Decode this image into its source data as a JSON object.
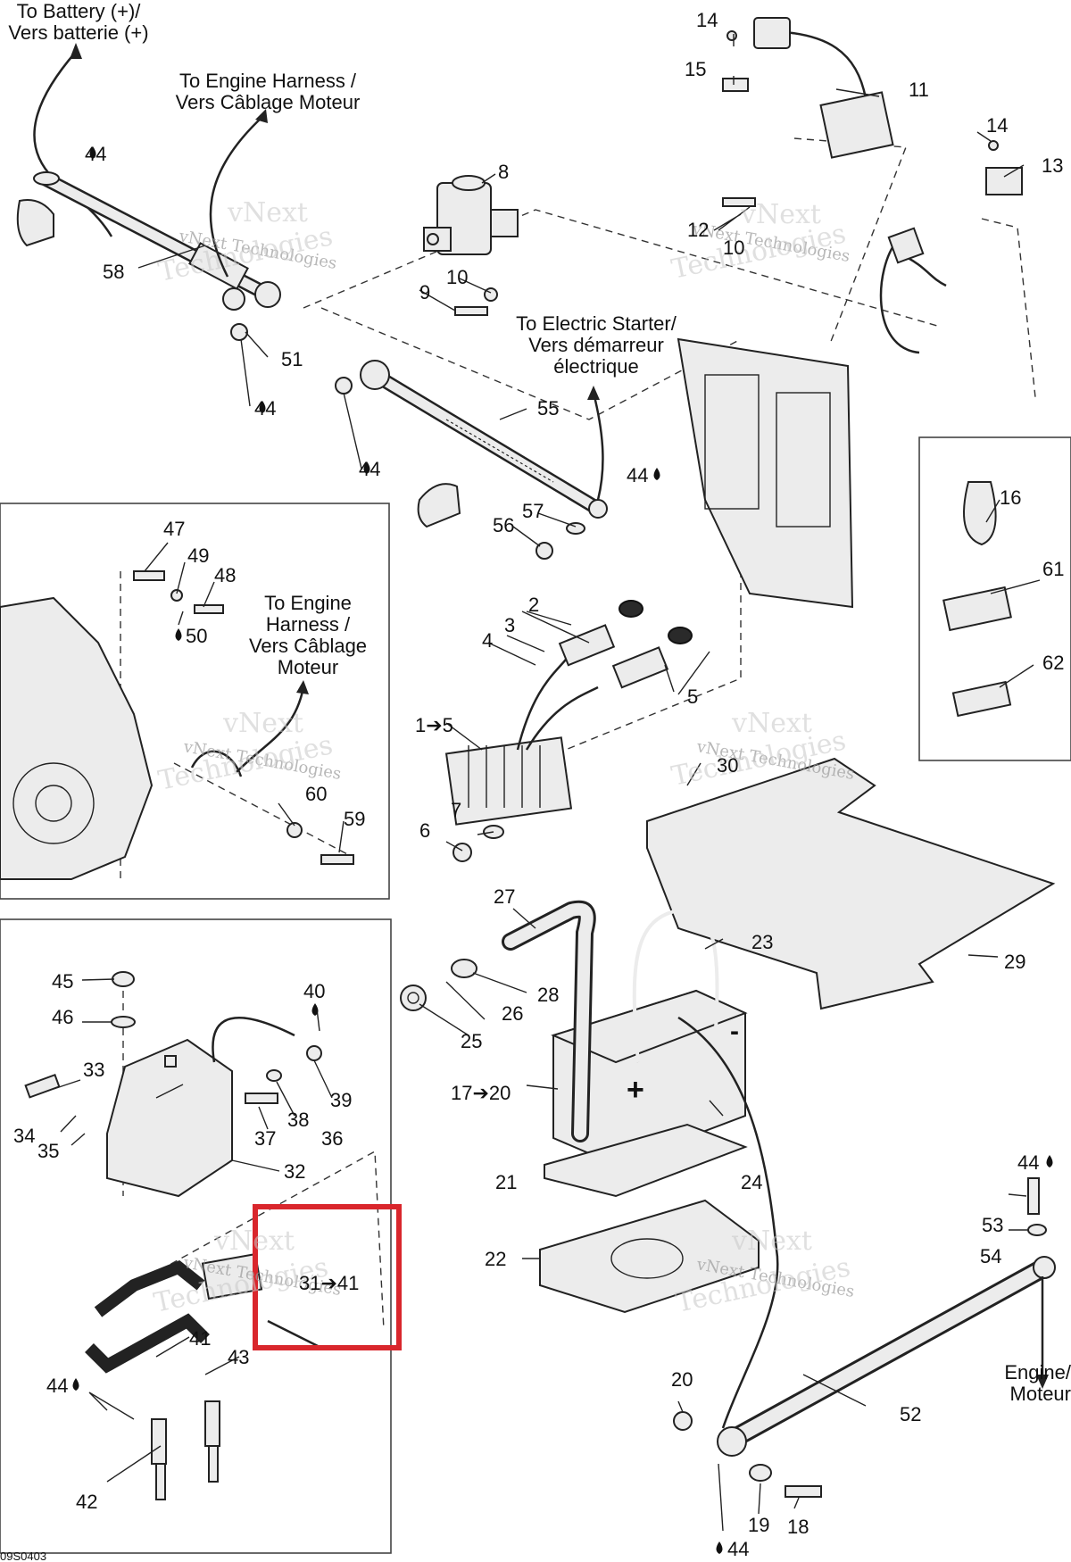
{
  "notes": {
    "battery": [
      "To Battery (+)/",
      "Vers batterie (+)"
    ],
    "engine_harness_top": [
      "To Engine Harness /",
      "Vers Câblage Moteur"
    ],
    "electric_starter": [
      "To Electric Starter/",
      "Vers démarreur",
      "électrique"
    ],
    "engine_harness_left": [
      "To Engine",
      "Harness /",
      "Vers Câblage",
      "Moteur"
    ],
    "engine_moteur": [
      "Engine/",
      "Moteur"
    ]
  },
  "watermark": {
    "brand": "vNext",
    "name": "vNext Technologies",
    "tech": "Technologies"
  },
  "drawing_code": "09S0403",
  "labels": {
    "l14a": "14",
    "l15": "15",
    "l11": "11",
    "l14b": "14",
    "l13": "13",
    "l8": "8",
    "l12": "12",
    "l10a": "10",
    "l10b": "10",
    "l9": "9",
    "l58": "58",
    "l44a": "44",
    "l51": "51",
    "l44b": "44",
    "l44c": "44",
    "l55": "55",
    "l44d": "44",
    "l57": "57",
    "l56": "56",
    "l16": "16",
    "l61": "61",
    "l62": "62",
    "l47": "47",
    "l49": "49",
    "l48": "48",
    "l50": "50",
    "l2": "2",
    "l3": "3",
    "l4": "4",
    "l5": "5",
    "l15r": "1➔5",
    "l60": "60",
    "l59": "59",
    "l30": "30",
    "l7": "7",
    "l6": "6",
    "l27": "27",
    "l23": "23",
    "l29": "29",
    "l28": "28",
    "l26": "26",
    "l25": "25",
    "l45": "45",
    "l46": "46",
    "l40": "40",
    "l33": "33",
    "l39": "39",
    "l38": "38",
    "l34": "34",
    "l35": "35",
    "l37": "37",
    "l36": "36",
    "l32": "32",
    "l31r": "31➔41",
    "l41": "41",
    "l43": "43",
    "l44e": "44",
    "l42": "42",
    "l17r": "17➔20",
    "l21": "21",
    "l24": "24",
    "l22": "22",
    "l44f": "44",
    "l53": "53",
    "l54": "54",
    "l52": "52",
    "l20": "20",
    "l19": "19",
    "l18": "18",
    "l44g": "44",
    "plus": "+",
    "minus": "-"
  },
  "colors": {
    "highlight": "#d9262c",
    "line": "#222222",
    "part_fill": "#ececec"
  }
}
